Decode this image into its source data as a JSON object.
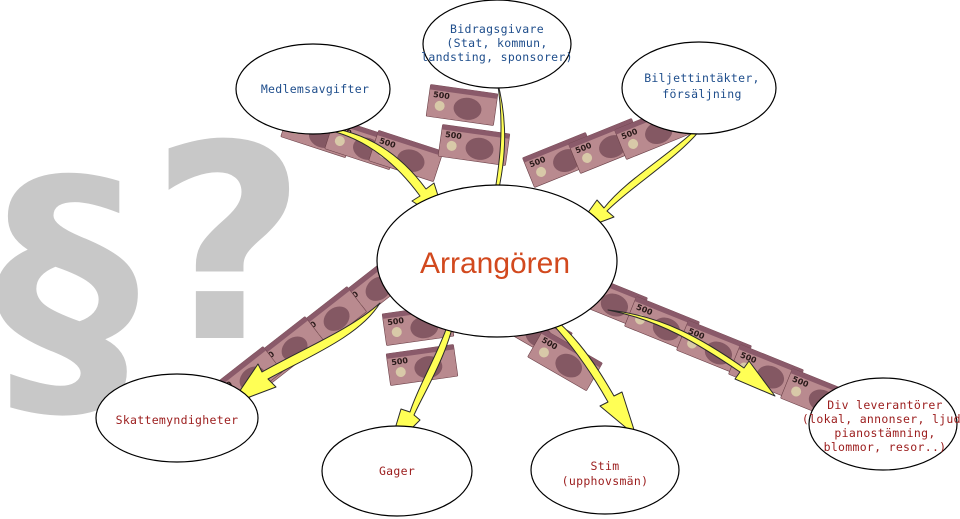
{
  "background_symbols": {
    "paragraph": "§",
    "question": "?"
  },
  "banknote_label": "500",
  "center": {
    "label": "Arrangören"
  },
  "sources": [
    {
      "id": "medlemsavgifter",
      "lines": [
        "Medlemsavgifter"
      ]
    },
    {
      "id": "bidragsgivare",
      "lines": [
        "Bidragsgivare",
        "(Stat, kommun,",
        "landsting, sponsorer)"
      ]
    },
    {
      "id": "biljettintakter",
      "lines": [
        "Biljettintäkter,",
        "försäljning"
      ]
    }
  ],
  "destinations": [
    {
      "id": "skattemyndigheter",
      "lines": [
        "Skattemyndigheter"
      ]
    },
    {
      "id": "gager",
      "lines": [
        "Gager"
      ]
    },
    {
      "id": "stim",
      "lines": [
        "Stim",
        "(upphovsmän)"
      ]
    },
    {
      "id": "div-leverantorer",
      "lines": [
        "Div leverantörer",
        "(lokal, annonser, ljud,",
        "pianostämning,",
        "blommor, resor..)"
      ]
    }
  ],
  "colors": {
    "incoming_text": "#1f4e8c",
    "outgoing_text": "#9b1c1c",
    "center_text": "#d2491e",
    "arrow_fill": "#ffff55",
    "background_symbol": "#c8c8c8"
  }
}
